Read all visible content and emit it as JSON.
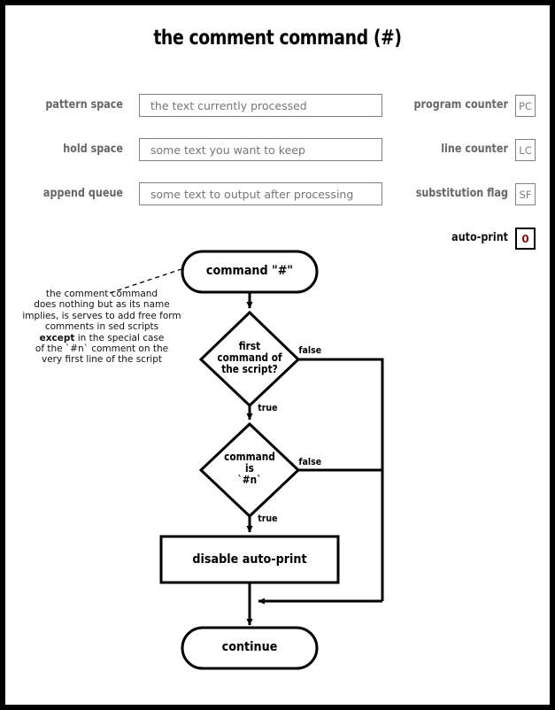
{
  "page": {
    "title": "the comment command (#)"
  },
  "state": {
    "registers": [
      {
        "label": "pattern space",
        "placeholder": "the text currently processed",
        "active": false
      },
      {
        "label": "hold space",
        "placeholder": "some text you want to keep",
        "active": false
      },
      {
        "label": "append queue",
        "placeholder": "some text to output after processing",
        "active": false
      }
    ],
    "counters": [
      {
        "label": "program counter",
        "value": "PC",
        "active": false
      },
      {
        "label": "line counter",
        "value": "LC",
        "active": false
      },
      {
        "label": "substitution flag",
        "value": "SF",
        "active": false
      },
      {
        "label": "auto-print",
        "value": "0",
        "active": true
      }
    ]
  },
  "flow": {
    "start": "command \"#\"",
    "decision1": "first\ncommand of\nthe script?",
    "decision1_lines": [
      "first",
      "command of",
      "the script?"
    ],
    "decision2_lines": [
      "command",
      "is",
      "`#n`"
    ],
    "process": "disable auto-print",
    "end": "continue",
    "labels": {
      "false1": "false",
      "true1": "true",
      "false2": "false",
      "true2": "true"
    }
  },
  "annotation": {
    "line1": "the comment command",
    "line2": "does nothing but as its name",
    "line3": "implies, is serves to add free form",
    "line4": "comments in sed scripts",
    "line5_bold": "except",
    "line5_rest": " in the special case",
    "line6": "of the `#n` comment on the",
    "line7": "very first line of the script"
  },
  "colors": {
    "ink": "#000000",
    "muted": "#666666",
    "placeholder": "#757575",
    "active_value": "#7a1212",
    "box_border": "#808080"
  }
}
